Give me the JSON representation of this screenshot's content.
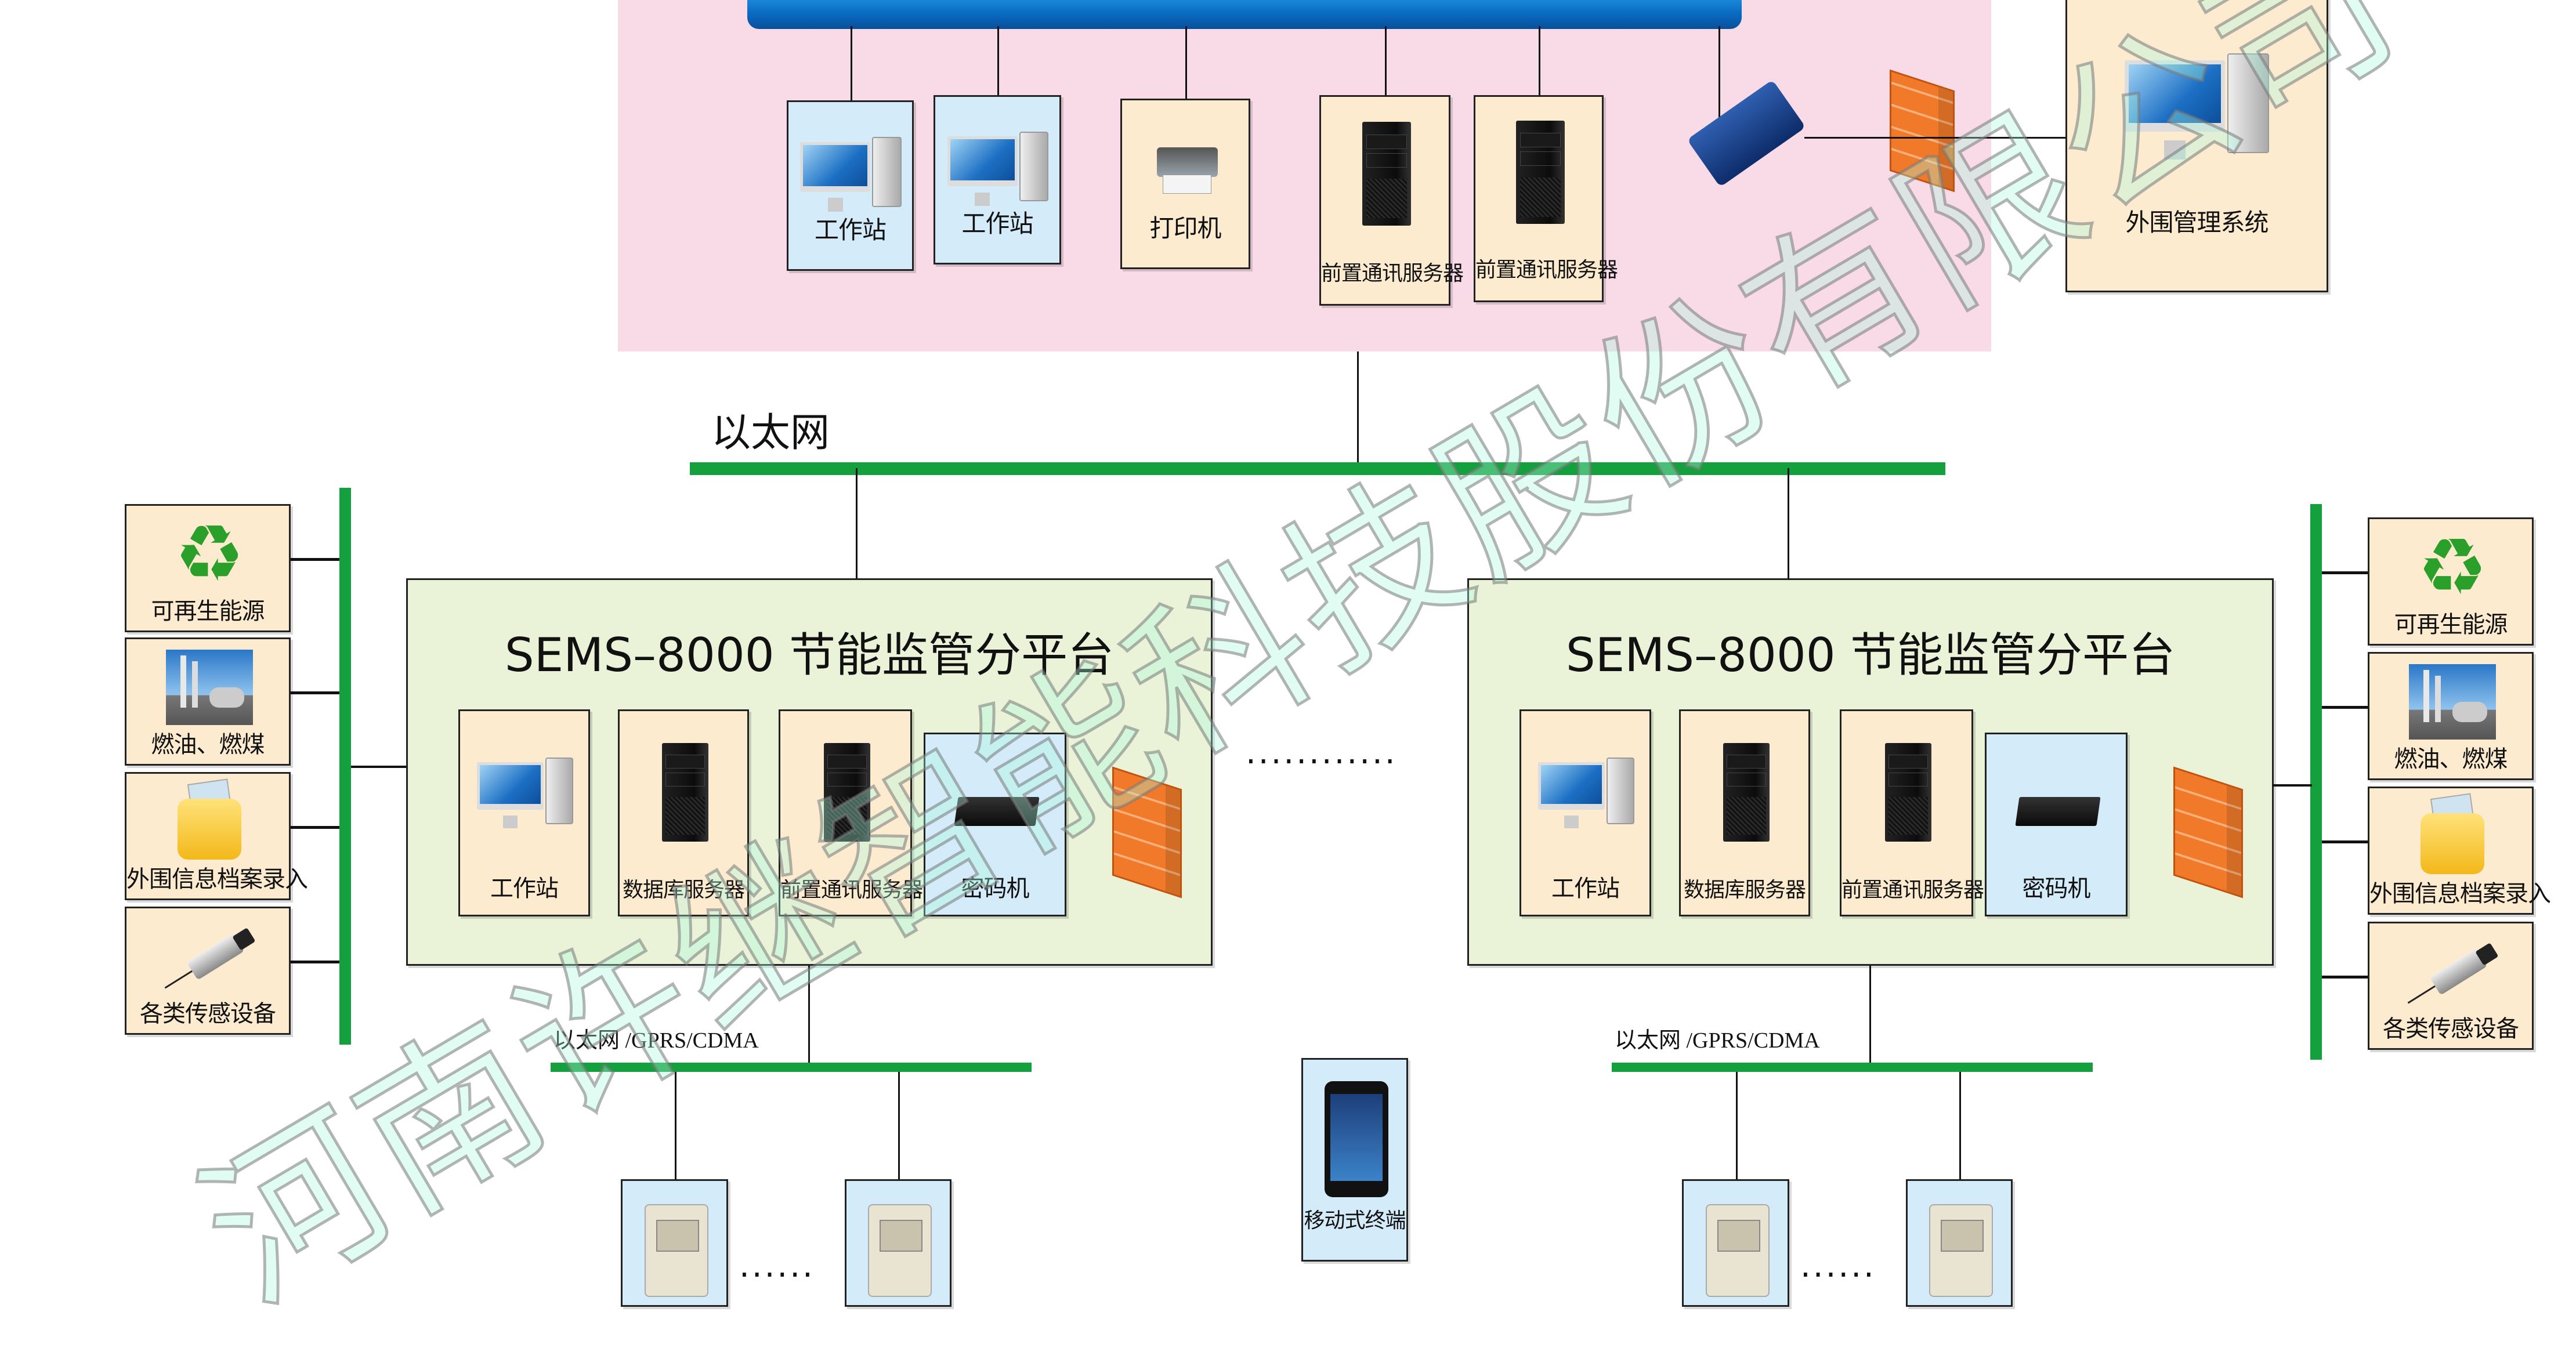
{
  "watermark": "河南许继智能科技股份有限公司",
  "top": {
    "nodes": [
      {
        "label": "工作站",
        "icon": "workstation-icon"
      },
      {
        "label": "工作站",
        "icon": "workstation-icon"
      },
      {
        "label": "打印机",
        "icon": "printer-icon"
      },
      {
        "label": "前置通讯服务器",
        "icon": "server-icon"
      },
      {
        "label": "前置通讯服务器",
        "icon": "server-icon"
      }
    ],
    "peripheral": {
      "label": "外围管理系统",
      "icon": "workstation-icon"
    }
  },
  "ethernet_label": "以太网",
  "between_dots": "............",
  "platforms": [
    {
      "title": "SEMS–8000 节能监管分平台",
      "nodes": [
        {
          "label": "工作站"
        },
        {
          "label": "数据库服务器"
        },
        {
          "label": "前置通讯服务器"
        },
        {
          "label": "密码机"
        }
      ],
      "field_network": "以太网 /GPRS/CDMA",
      "meter_dots": "......"
    },
    {
      "title": "SEMS–8000 节能监管分平台",
      "nodes": [
        {
          "label": "工作站"
        },
        {
          "label": "数据库服务器"
        },
        {
          "label": "前置通讯服务器"
        },
        {
          "label": "密码机"
        }
      ],
      "field_network": "以太网 /GPRS/CDMA",
      "meter_dots": "......"
    }
  ],
  "sources": [
    {
      "label": "可再生能源",
      "icon": "recycle-icon"
    },
    {
      "label": "燃油、燃煤",
      "icon": "oil-plant-icon"
    },
    {
      "label": "外围信息档案录入",
      "icon": "folder-icon"
    },
    {
      "label": "各类传感设备",
      "icon": "sensor-icon"
    }
  ],
  "mobile": {
    "label": "移动式终端",
    "icon": "mobile-phone-icon"
  },
  "colors": {
    "pink": "#f9dbe8",
    "bus_blue": "#0a78d0",
    "green_line": "#14a03c",
    "peach": "#fdebd0",
    "light_blue": "#d4ecfa",
    "platform": "#eaf3d8"
  }
}
